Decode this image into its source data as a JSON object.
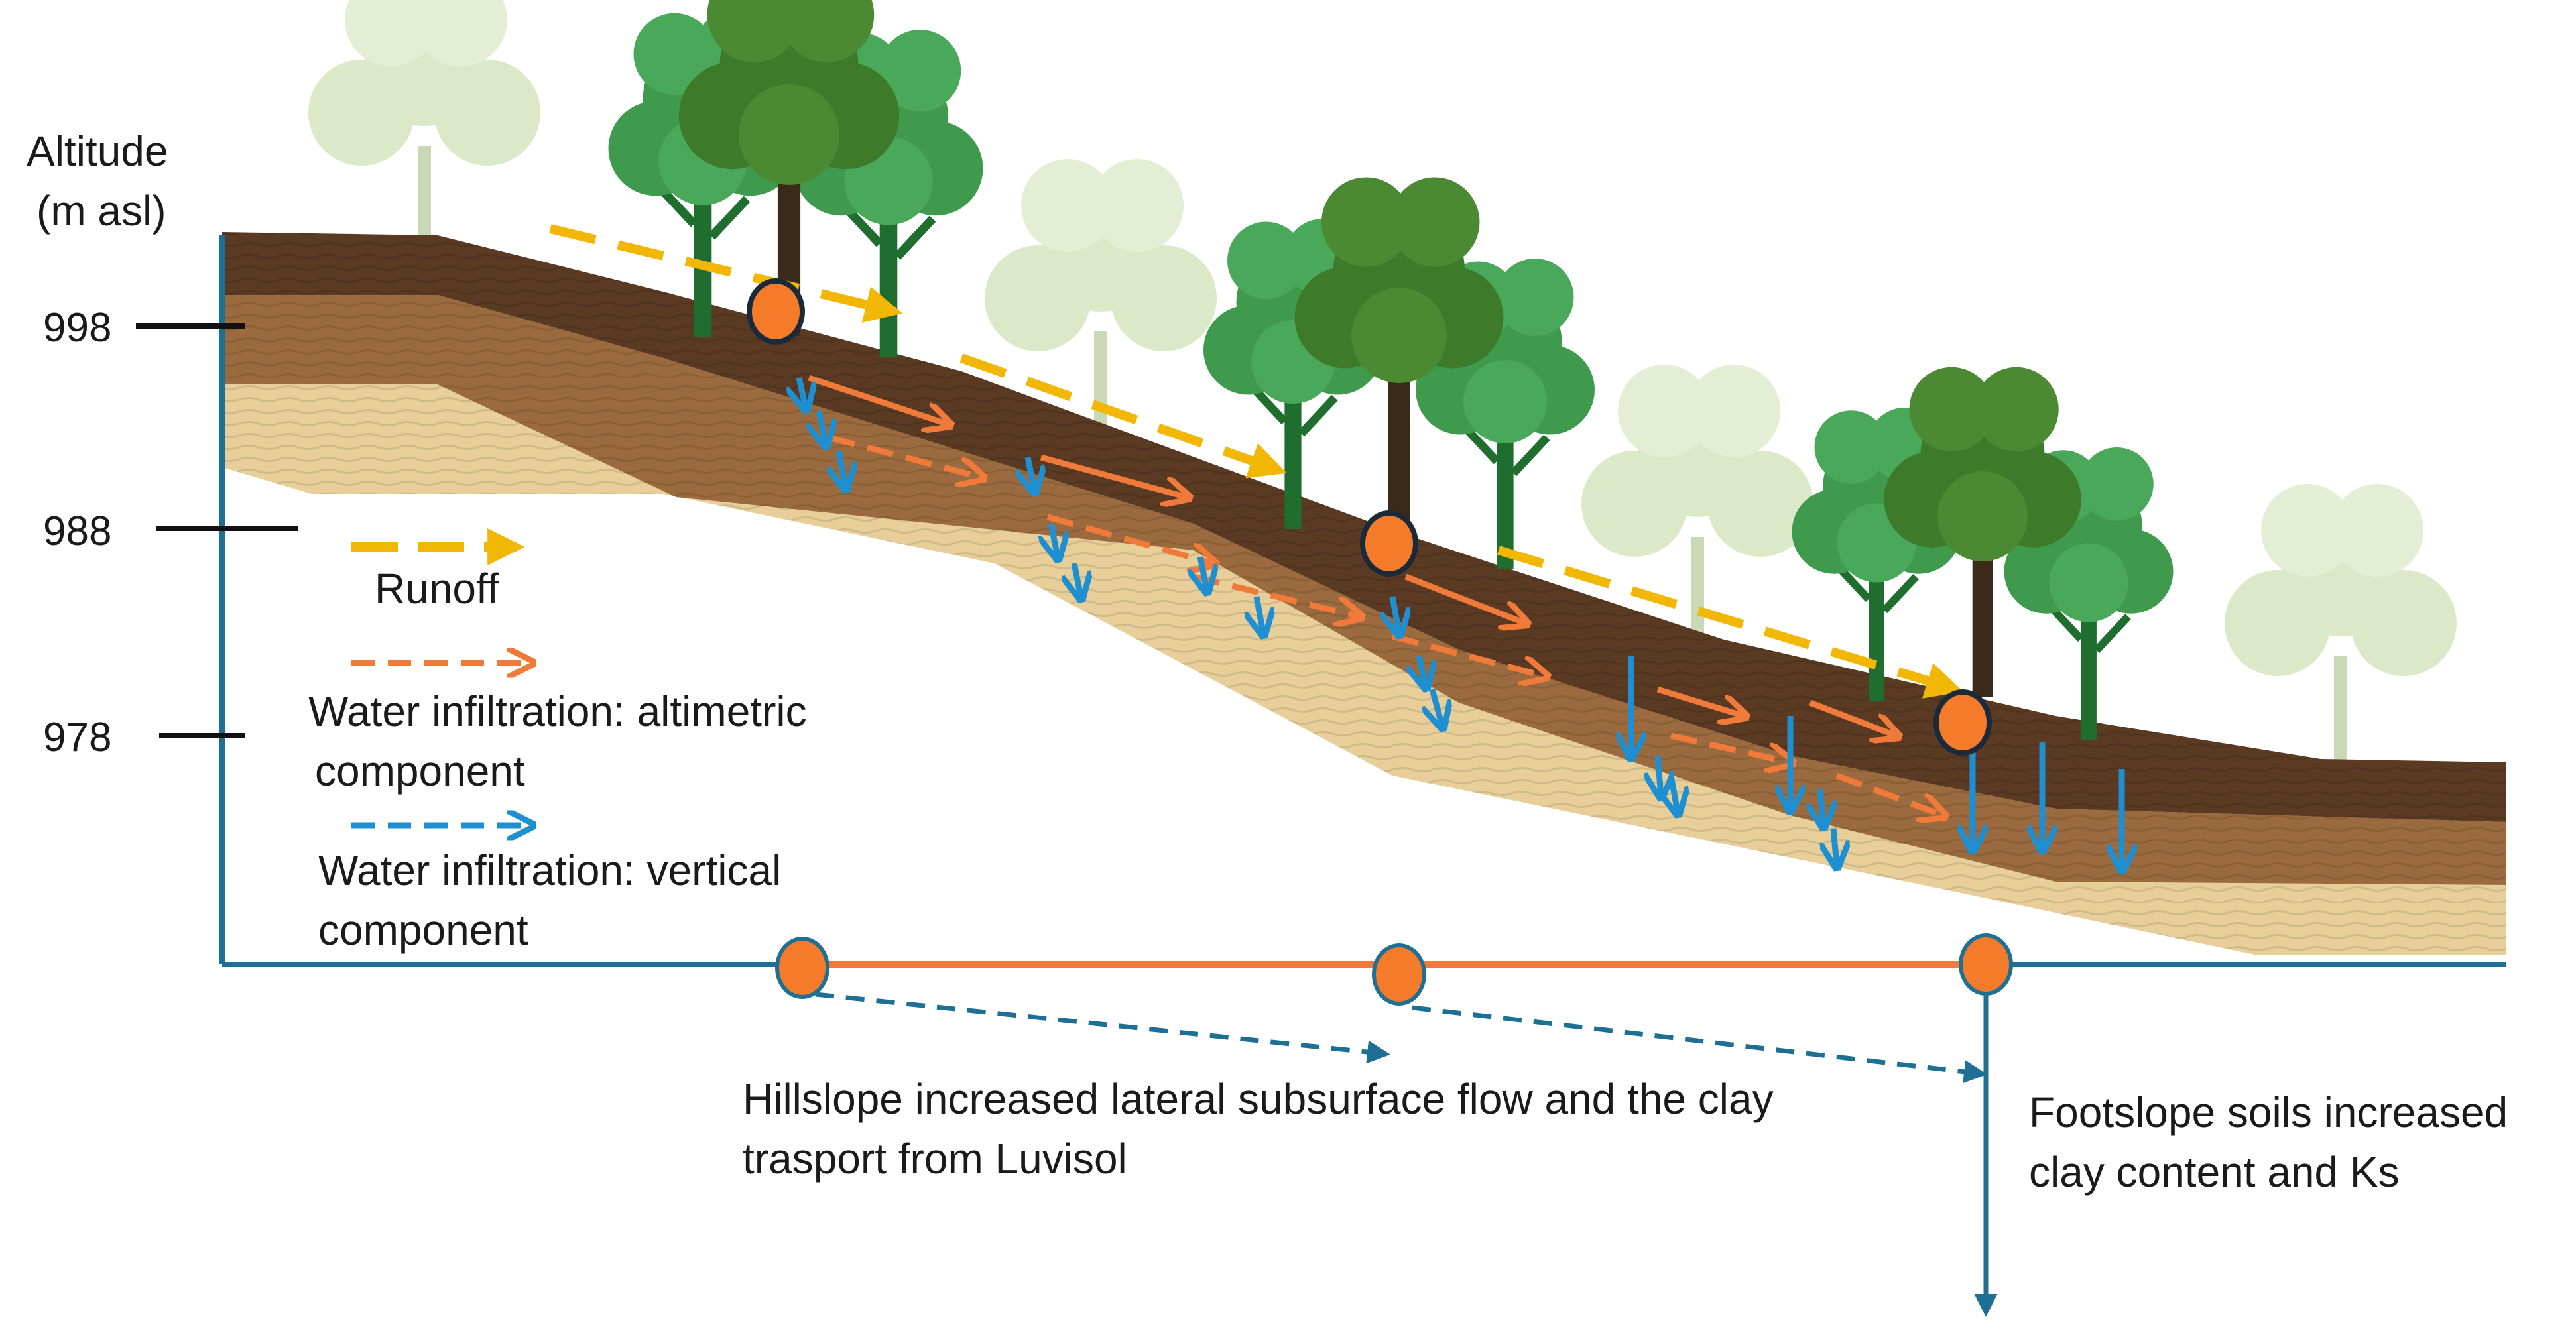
{
  "axis": {
    "title_line1": "Altitude",
    "title_line2": "(m asl)",
    "ticks": [
      "998",
      "988",
      "978"
    ]
  },
  "legend": {
    "runoff": "Runoff",
    "altimetric_line1": "Water infiltration: altimetric",
    "altimetric_line2": "component",
    "vertical_line1": "Water infiltration: vertical",
    "vertical_line2": "component"
  },
  "annotations": {
    "hillslope_line1": "Hillslope increased lateral subsurface flow and the clay",
    "hillslope_line2": "trasport from Luvisol",
    "footslope_line1": "Footslope soils  increased",
    "footslope_line2": "clay content and Ks"
  },
  "colors": {
    "runoff": "#f2b705",
    "altimetric": "#f07a3a",
    "vertical": "#1e8fd0",
    "axis": "#1d6f94",
    "baseline_orange": "#f07a3a",
    "point_fill": "#f47b2a",
    "topsoil": "#5a3a22",
    "middle_soil": "#9b6b3f",
    "subsoil": "#e8cf9a",
    "tree_dark": "#3d7a2a",
    "tree_green": "#3f9a4e",
    "tree_faded": "#dbe9c9"
  },
  "icons": [
    "tree-icon",
    "faded-tree-icon"
  ]
}
